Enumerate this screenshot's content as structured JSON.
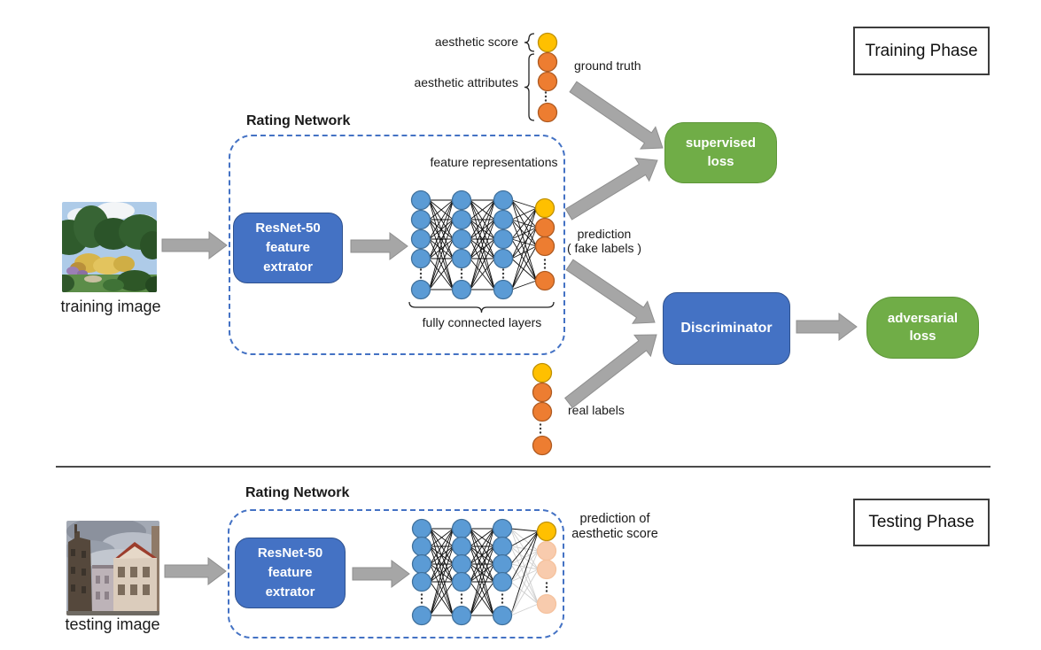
{
  "colors": {
    "blue_box": "#4472C4",
    "blue_box_border": "#2F528F",
    "green_box": "#70AD47",
    "green_box_border": "#5E9639",
    "node_blue": "#5B9BD5",
    "node_blue_border": "#41719C",
    "node_orange": "#ED7D31",
    "node_orange_border": "#AE5A21",
    "node_yellow": "#FFC000",
    "node_yellow_border": "#BF9000",
    "node_faded": "#F8CBAD",
    "node_faded_border": "#F5C29E",
    "arrow_gray": "#A6A6A6",
    "dashed_border": "#4472C4"
  },
  "training": {
    "phase_label": "Training Phase",
    "image_label": "training image",
    "rating_network_label": "Rating Network",
    "resnet_lines": [
      "ResNet-50",
      "feature",
      "extrator"
    ],
    "feature_representations_label": "feature representations",
    "fully_connected_label": "fully connected layers",
    "aesthetic_score_label": "aesthetic score",
    "aesthetic_attributes_label": "aesthetic attributes",
    "ground_truth_label": "ground truth",
    "prediction_line1": "prediction",
    "prediction_line2": "( fake labels )",
    "supervised_loss_lines": [
      "supervised",
      "loss"
    ],
    "discriminator_label": "Discriminator",
    "adversarial_loss_lines": [
      "adversarial",
      "loss"
    ],
    "real_labels_label": "real labels"
  },
  "testing": {
    "phase_label": "Testing Phase",
    "image_label": "testing image",
    "rating_network_label": "Rating Network",
    "resnet_lines": [
      "ResNet-50",
      "feature",
      "extrator"
    ],
    "prediction_line1": "prediction of",
    "prediction_line2": "aesthetic score"
  },
  "networks": {
    "training_rating_network": {
      "hidden_layer_count": 3,
      "visible_nodes_per_hidden_layer": 5,
      "output_nodes": [
        "yellow",
        "orange",
        "orange",
        "orange"
      ]
    },
    "testing_rating_network": {
      "hidden_layer_count": 3,
      "visible_nodes_per_hidden_layer": 5,
      "output_nodes": [
        "yellow",
        "faded",
        "faded",
        "faded"
      ]
    },
    "ground_truth_stack_nodes": [
      "yellow",
      "orange",
      "orange",
      "orange"
    ],
    "real_labels_stack_nodes": [
      "yellow",
      "orange",
      "orange",
      "orange"
    ]
  }
}
